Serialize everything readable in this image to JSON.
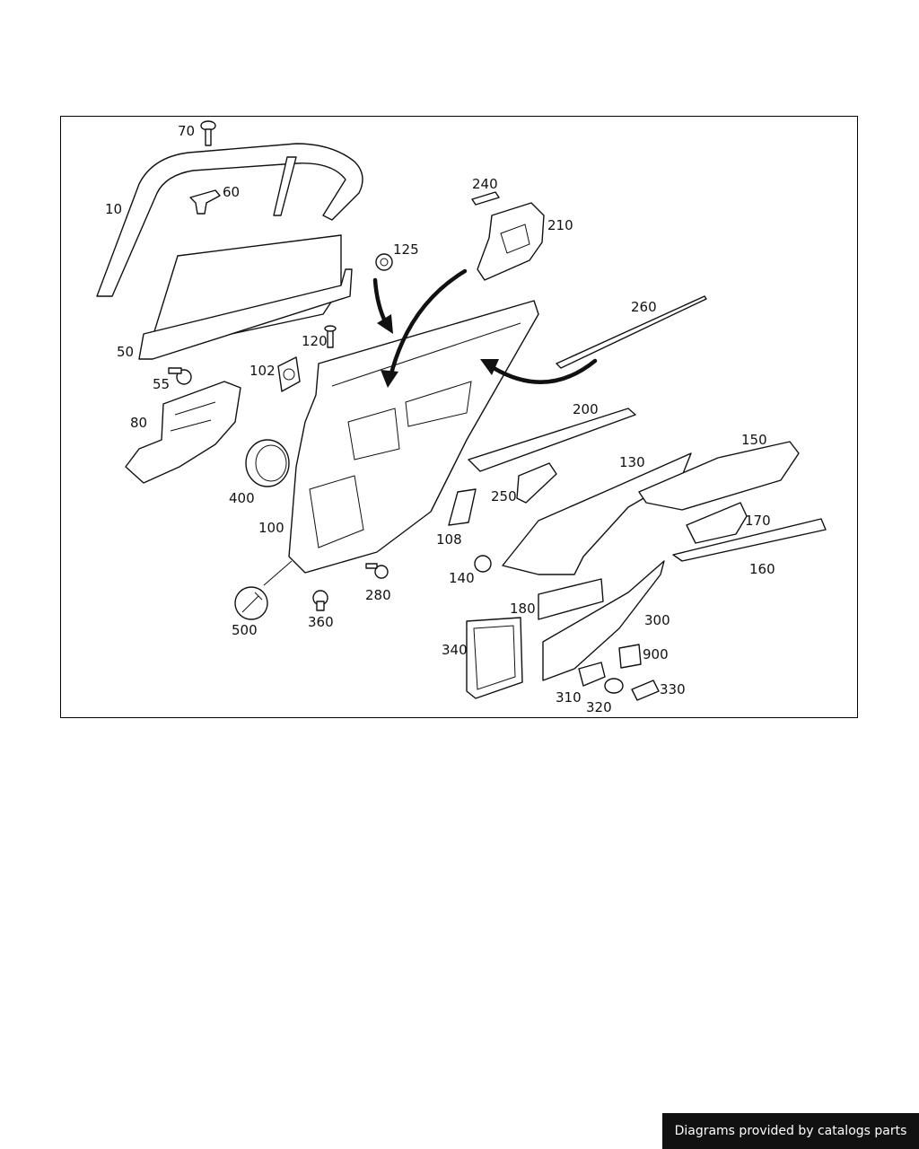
{
  "diagram": {
    "callouts": [
      "70",
      "60",
      "10",
      "240",
      "210",
      "125",
      "50",
      "120",
      "102",
      "55",
      "260",
      "80",
      "200",
      "150",
      "130",
      "400",
      "250",
      "170",
      "100",
      "108",
      "140",
      "160",
      "280",
      "180",
      "300",
      "500",
      "360",
      "340",
      "900",
      "310",
      "330",
      "320"
    ]
  },
  "footer": {
    "credit": "Diagrams provided by catalogs parts"
  }
}
